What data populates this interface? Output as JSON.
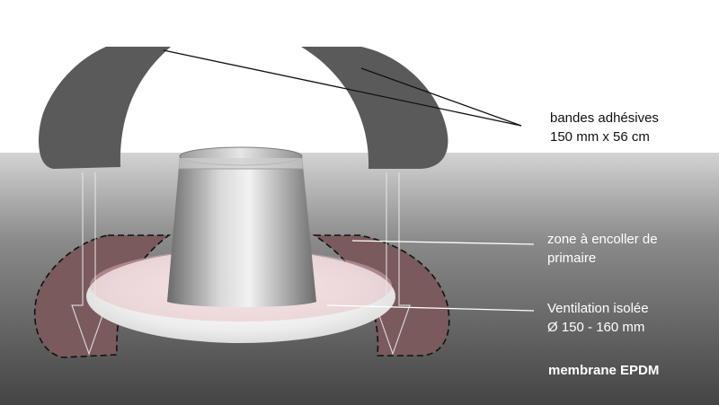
{
  "labels": {
    "strips": {
      "line1": "bandes adhésives",
      "line2": "150 mm x 56 cm"
    },
    "primer_zone": {
      "line1": "zone à encoller de",
      "line2": "primaire"
    },
    "vent": {
      "line1": "Ventilation isolée",
      "line2": "Ø 150 - 160 mm"
    },
    "membrane": "membrane EPDM"
  },
  "colors": {
    "strip_fill": "#5a5a5a",
    "primer_zone_fill": "#7a5a5d",
    "membrane_top": "#cfcfcf",
    "membrane_bottom": "#474747",
    "vent_light": "#f2f2f2",
    "vent_dark": "#6c6c6c",
    "leader_line_dark": "#111111",
    "leader_line_light": "#ffffff"
  }
}
